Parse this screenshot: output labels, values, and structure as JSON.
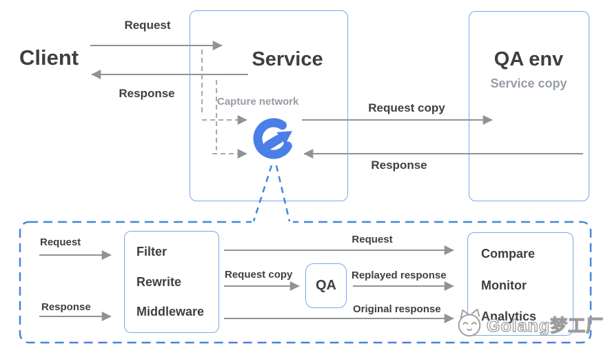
{
  "top": {
    "client_label": "Client",
    "request_label": "Request",
    "response_label": "Response",
    "service_box": {
      "title": "Service",
      "capture_label": "Capture network",
      "logo_icon": "goreplay-replay-arrow-logo"
    },
    "qa_env_box": {
      "title": "QA env",
      "subtitle": "Service copy"
    },
    "request_copy_label": "Request copy",
    "response_copy_label": "Response"
  },
  "bottom": {
    "request_label": "Request",
    "response_label": "Response",
    "pipeline_box": {
      "items": [
        "Filter",
        "Rewrite",
        "Middleware"
      ]
    },
    "request_arrow_label": "Request",
    "request_copy_label": "Request copy",
    "qa_box_label": "QA",
    "replayed_response_label": "Replayed response",
    "original_response_label": "Original response",
    "results_box": {
      "items": [
        "Compare",
        "Monitor",
        "Analytics"
      ]
    }
  },
  "watermark": {
    "text": "Golang梦工厂",
    "icon": "cat-mascot-icon"
  },
  "colors": {
    "c-text": "#3d4043",
    "c-graylabel": "#979da5",
    "c-border": "#7aa6ec",
    "c-arrow": "#8f9296",
    "c-dashgray": "#a8a8a8",
    "c-dashblue": "#4486da",
    "c-logo": "#4b7fe8",
    "c-bg": "#ffffff"
  }
}
